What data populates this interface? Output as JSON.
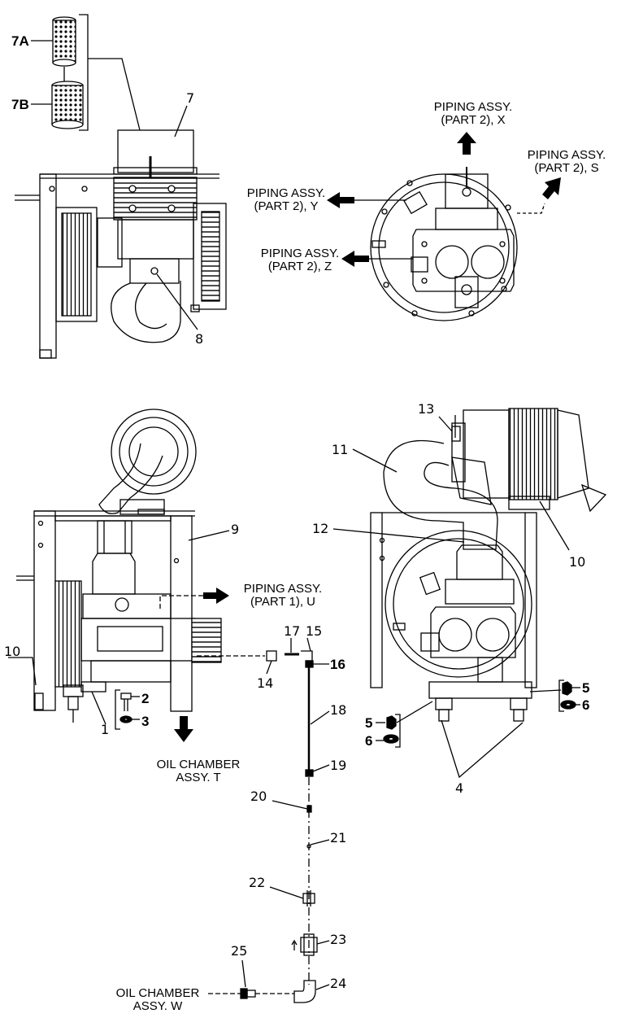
{
  "callouts": {
    "piping_x": [
      "PIPING ASSY.",
      "(PART 2), X"
    ],
    "piping_s": [
      "PIPING ASSY.",
      "(PART 2), S"
    ],
    "piping_y": [
      "PIPING ASSY.",
      "(PART 2), Y"
    ],
    "piping_z": [
      "PIPING ASSY.",
      "(PART 2), Z"
    ],
    "piping_u": [
      "PIPING ASSY.",
      "(PART 1), U"
    ],
    "oil_t": [
      "OIL CHAMBER",
      "ASSY. T"
    ],
    "oil_w": [
      "OIL CHAMBER",
      "ASSY. W"
    ]
  },
  "parts": {
    "p7A": "7A",
    "p7B": "7B",
    "p7": "7",
    "p8": "8",
    "p9": "9",
    "p10a": "10",
    "p10b": "10",
    "p11": "11",
    "p12": "12",
    "p13": "13",
    "p1": "1",
    "p2": "2",
    "p3": "3",
    "p4": "4",
    "p5a": "5",
    "p6a": "6",
    "p5b": "5",
    "p6b": "6",
    "p14": "14",
    "p15": "15",
    "p16": "16",
    "p17": "17",
    "p18": "18",
    "p19": "19",
    "p20": "20",
    "p21": "21",
    "p22": "22",
    "p23": "23",
    "p24": "24",
    "p25": "25"
  }
}
